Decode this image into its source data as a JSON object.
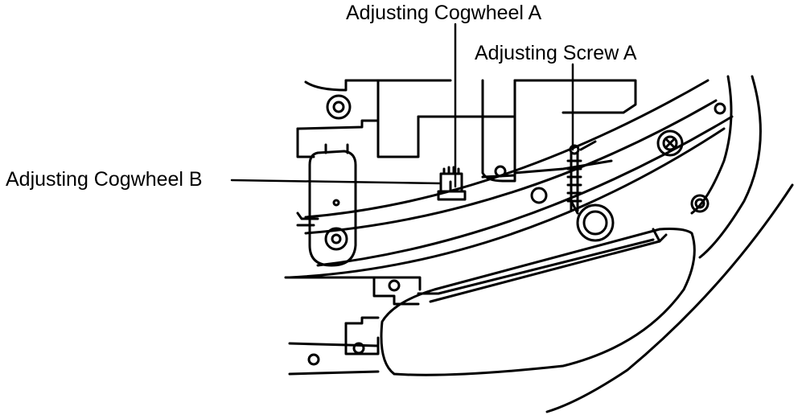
{
  "labels": {
    "cogwheel_a": "Adjusting Cogwheel A",
    "screw_a": "Adjusting Screw A",
    "cogwheel_b": "Adjusting Cogwheel B"
  },
  "colors": {
    "line": "#000000",
    "background": "#ffffff"
  }
}
